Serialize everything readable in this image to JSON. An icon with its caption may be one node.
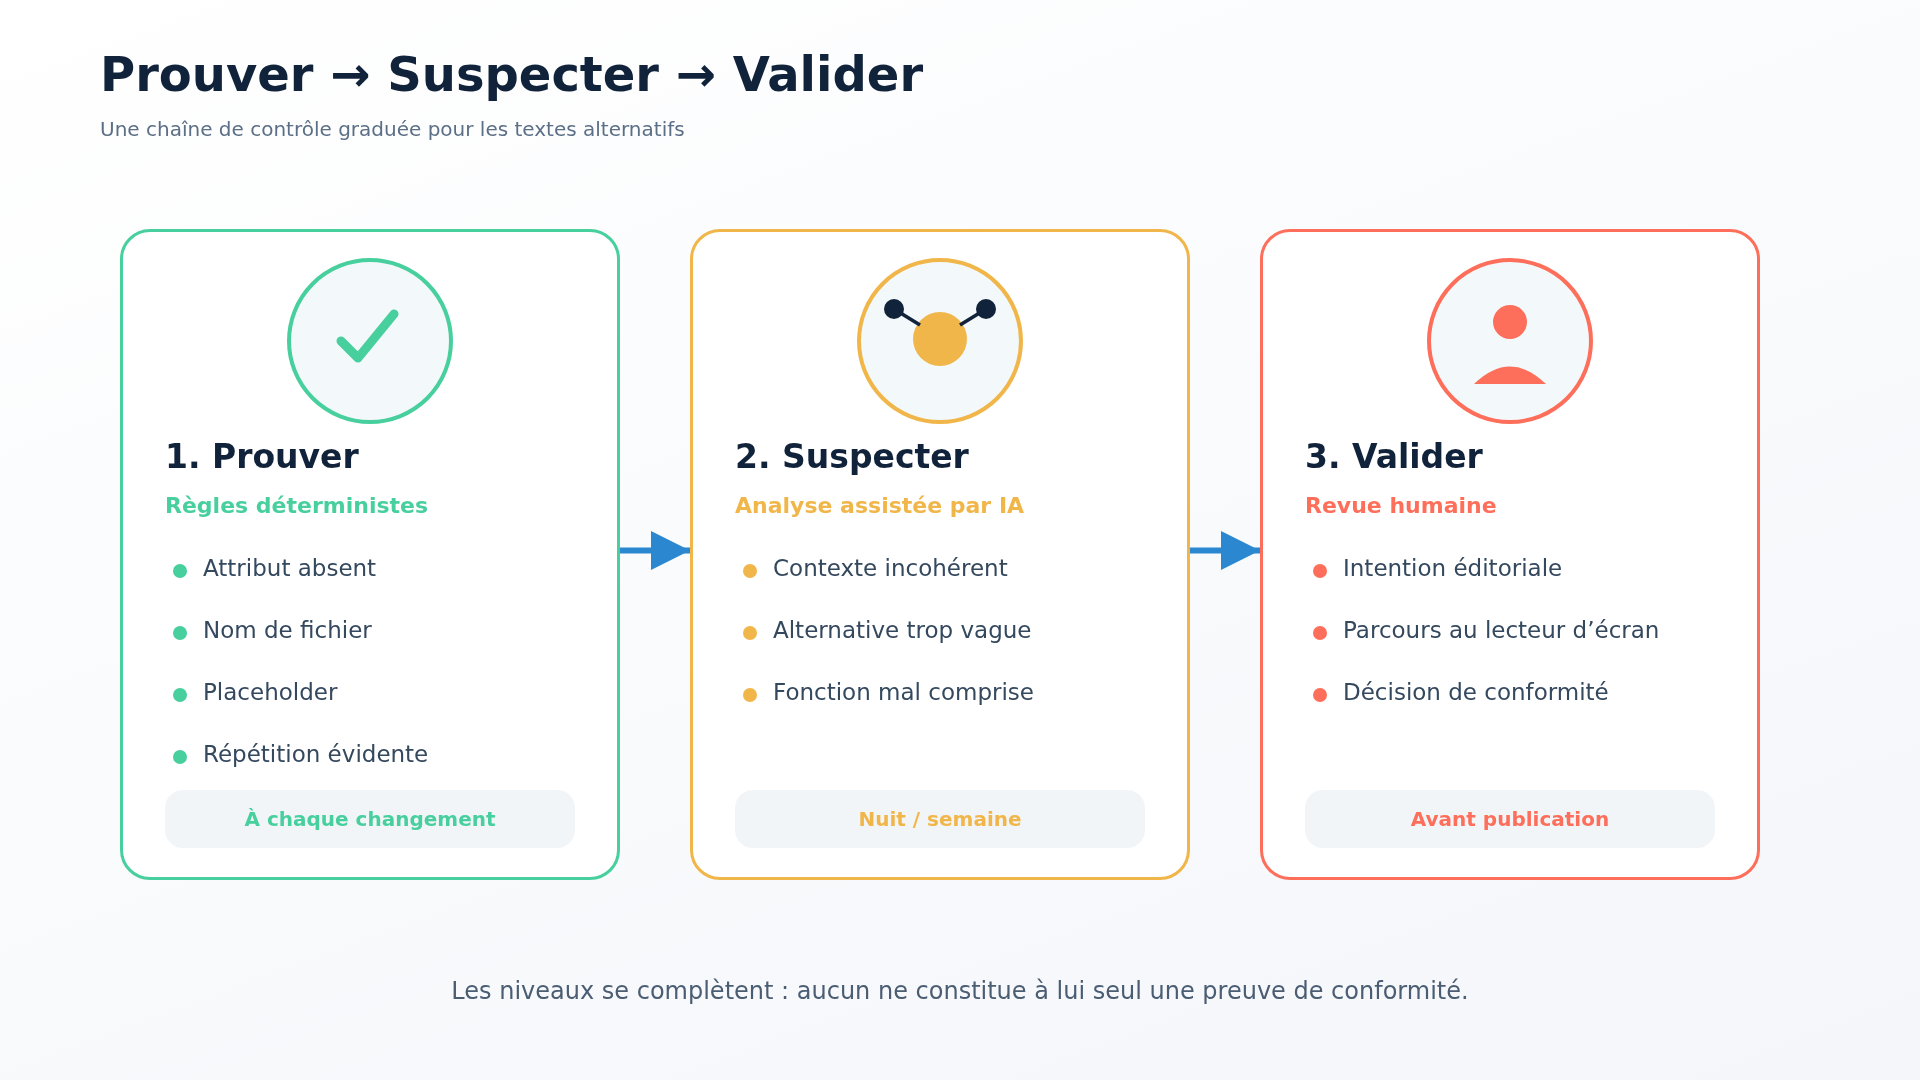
{
  "diagram": {
    "title": "Prouver → Suspecter → Valider",
    "caption": "Les niveaux se complètent : aucun ne constitue à lui seul une preuve de conformité.",
    "nodes": [
      {
        "text": [
          "1. Prouver",
          "Règles déterministes",
          "Attribut absent",
          "Nom de fichier",
          "Placeholder",
          "Répétition évidente"
        ]
      },
      {
        "text": [
          "À chaque changement"
        ],
        "in": 0
      },
      {
        "text": [
          "2. Suspecter",
          "Analyse assistée par IA",
          "Contexte incohérent",
          "Alternative trop vague",
          "Fonction mal comprise"
        ]
      },
      {
        "text": [
          "Nuit / semaine"
        ],
        "in": 2
      },
      {
        "text": [
          "3. Valider",
          "Revue humaine",
          "Intention éditoriale",
          "Parcours au lecteur d’écran",
          "Décision de conformité"
        ]
      },
      {
        "text": [
          "Avant publication"
        ],
        "in": 4
      }
    ],
    "edges": [
      {
        "from": 0,
        "to": 2,
        "arrow": "to"
      },
      {
        "from": 2,
        "to": 4,
        "arrow": "to"
      }
    ],
    "labels": [
      "Une chaîne de contrôle graduée pour les textes alternatifs"
    ]
  }
}
